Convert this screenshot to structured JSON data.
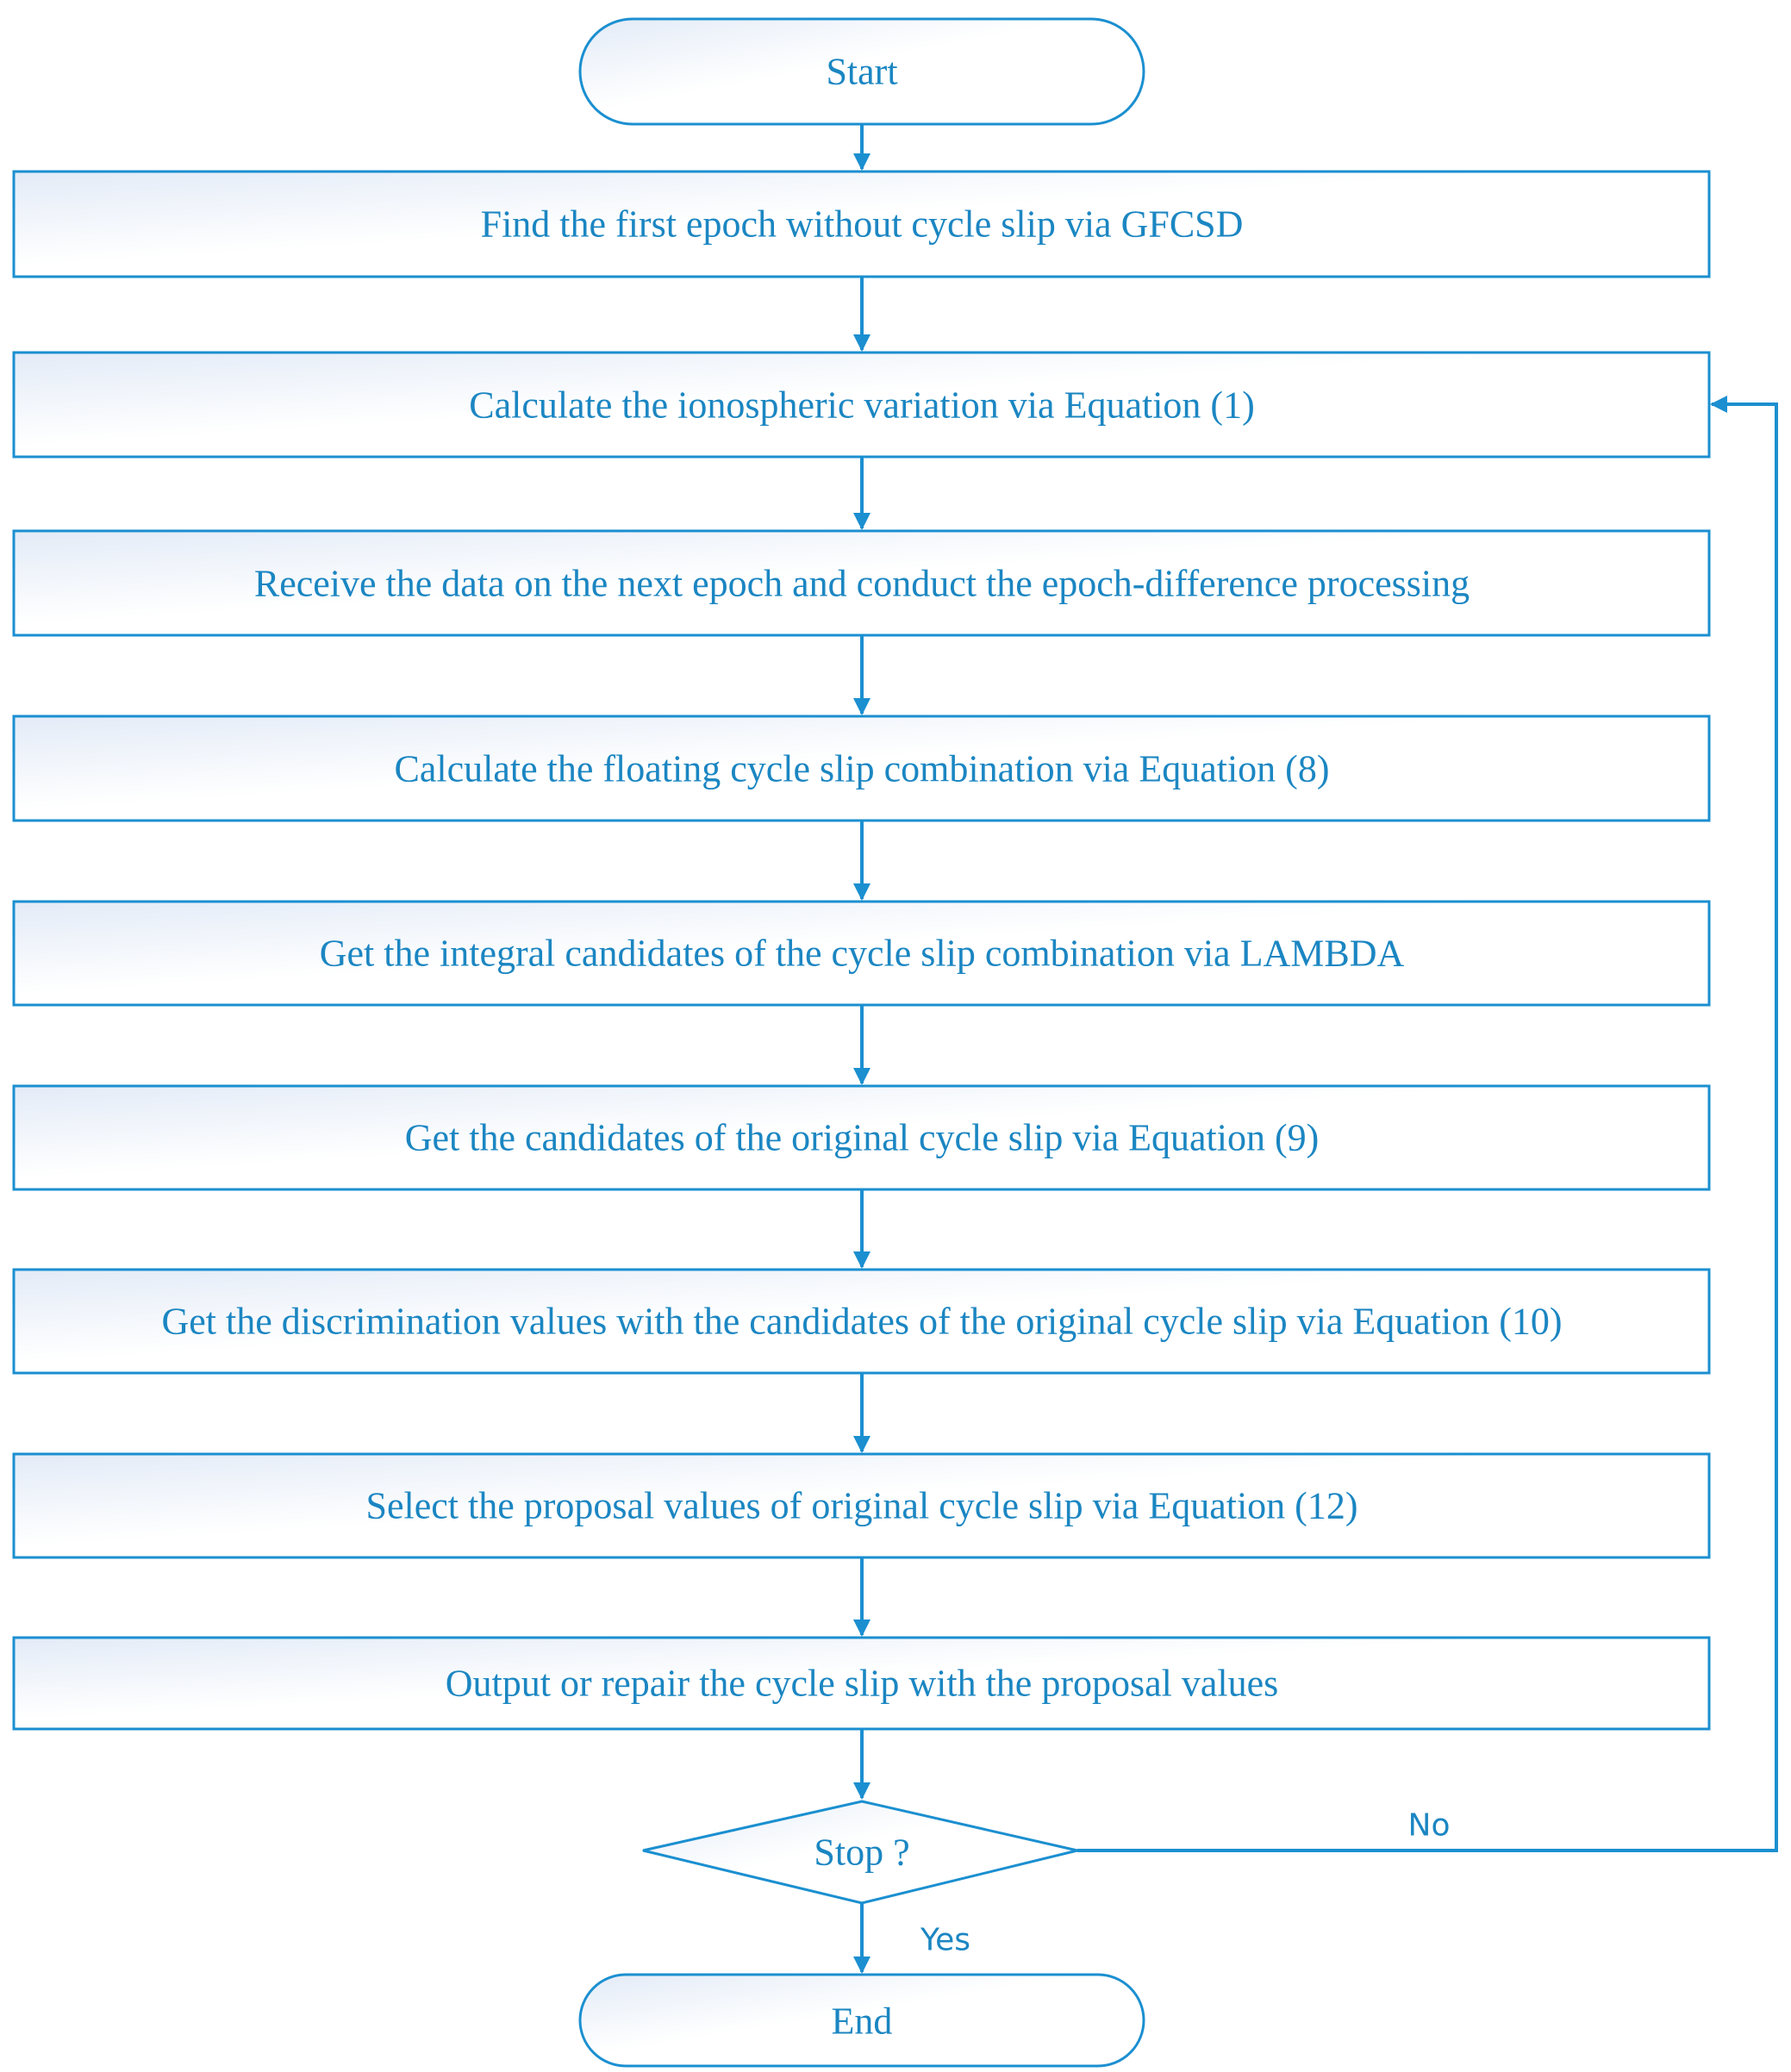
{
  "colors": {
    "stroke": "#1b8fd0",
    "text": "#1b86c2",
    "fill_light": "#ffffff",
    "fill_tint": "#e6eef8"
  },
  "nodes": {
    "start": "Start",
    "step1": "Find the first epoch without cycle slip via GFCSD",
    "step2": "Calculate the ionospheric variation via Equation (1)",
    "step3": "Receive the data on the next epoch and conduct the epoch-difference processing",
    "step4": "Calculate the floating cycle slip combination via Equation (8)",
    "step5": "Get the integral candidates of the cycle slip combination via LAMBDA",
    "step6": "Get the candidates of the original cycle slip via Equation (9)",
    "step7": "Get the discrimination values with the candidates of the original cycle slip via Equation (10)",
    "step8": "Select the proposal values of original cycle slip via Equation (12)",
    "step9": "Output or repair the cycle slip with the proposal  values",
    "decision": "Stop ?",
    "end": "End"
  },
  "edges": {
    "no": "No",
    "yes": "Yes"
  }
}
